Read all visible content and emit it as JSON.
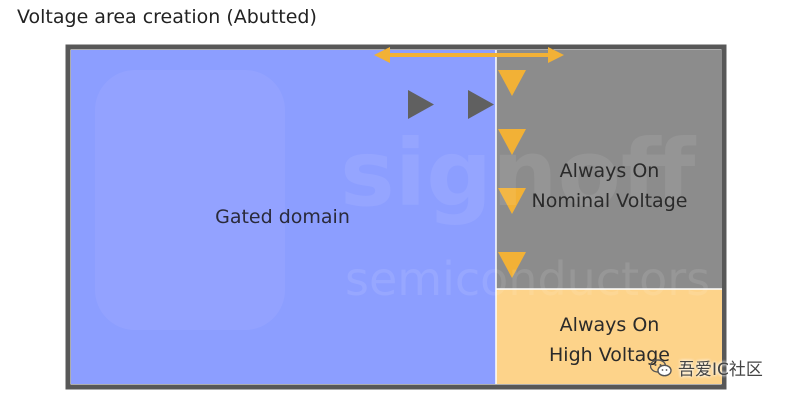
{
  "title": "Voltage area creation (Abutted)",
  "domains": {
    "gated": {
      "label": "Gated domain",
      "color": "#8c9eff"
    },
    "always_on_nominal": {
      "line1": "Always On",
      "line2": "Nominal Voltage",
      "color": "#8c8c8c"
    },
    "always_on_high": {
      "line1": "Always On",
      "line2": "High Voltage",
      "color": "#fdd38a"
    }
  },
  "colors": {
    "border": "#585858",
    "arrow_accent": "#f2b136",
    "arrow_dark": "#606060"
  },
  "background_watermark": {
    "line1": "signoff",
    "line2": "semiconductors"
  },
  "wechat_watermark": {
    "icon": "wechat-icon",
    "text": "吾爱IC社区"
  }
}
